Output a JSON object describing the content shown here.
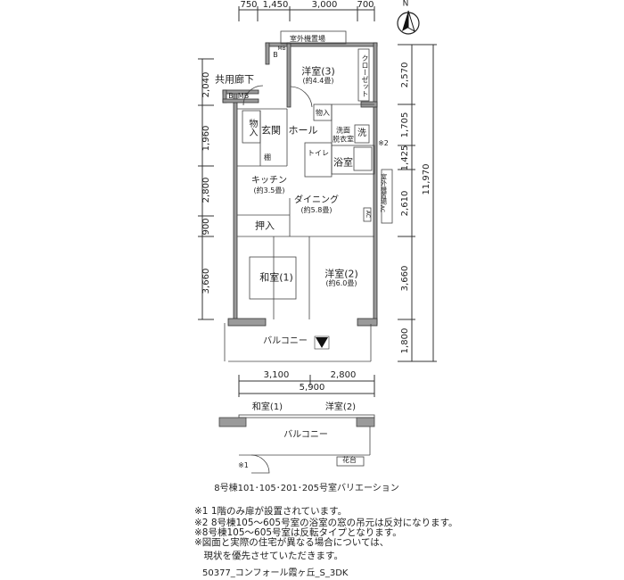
{
  "compass": {
    "label": "N"
  },
  "dimensions": {
    "top": [
      "750",
      "1,450",
      "3,000",
      "700"
    ],
    "left": [
      "2,040",
      "1,960",
      "2,800",
      "900",
      "3,660"
    ],
    "right": [
      "2,570",
      "1,705",
      "1,425",
      "2,610",
      "3,660",
      "1,800"
    ],
    "total_height": "11,970",
    "bottom": [
      "3,100",
      "2,800"
    ],
    "total_width": "5,900"
  },
  "rooms": {
    "outdoor_unit_top": "室外機置場",
    "western3": "洋室(3)",
    "western3_size": "(約4.4畳)",
    "closet": "クローゼット",
    "corridor": "共用廊下",
    "b": "B",
    "mb": "MB",
    "b_small": "B",
    "mb_small": "MB",
    "storage_entry": "物入",
    "entrance": "玄関",
    "hall": "ホール",
    "storage_small": "物入",
    "washroom": "洗面\n脱衣室",
    "washer": "洗",
    "note2_mark": "※2",
    "toilet": "トイレ",
    "bathroom": "浴室",
    "shelf": "棚",
    "kitchen": "キッチン",
    "kitchen_size": "(約3.5畳)",
    "dining": "ダイニング",
    "dining_size": "(約5.8畳)",
    "oshiire": "押入",
    "outdoor_unit_side": "室外機置場",
    "ac": "AC",
    "ac2": "AC",
    "japanese1": "和室(1)",
    "western2": "洋室(2)",
    "western2_size": "(約6.0畳)",
    "balcony": "バルコニー"
  },
  "variation": {
    "japanese1": "和室(1)",
    "western2": "洋室(2)",
    "balcony": "バルコニー",
    "planter": "花台",
    "note1_mark": "※1",
    "caption": "8号棟101･105･201･205号室バリエーション"
  },
  "notes": [
    "※1 1階のみ扉が設置されています。",
    "※2 8号棟105～605号室の浴室の窓の吊元は反対になります。",
    "※8号棟105～605号室は反転タイプとなります。",
    "※図面と実際の住宅が異なる場合については、",
    "　現状を優先させていただきます。"
  ],
  "code": "50377_コンフォール霞ヶ丘_S_3DK"
}
